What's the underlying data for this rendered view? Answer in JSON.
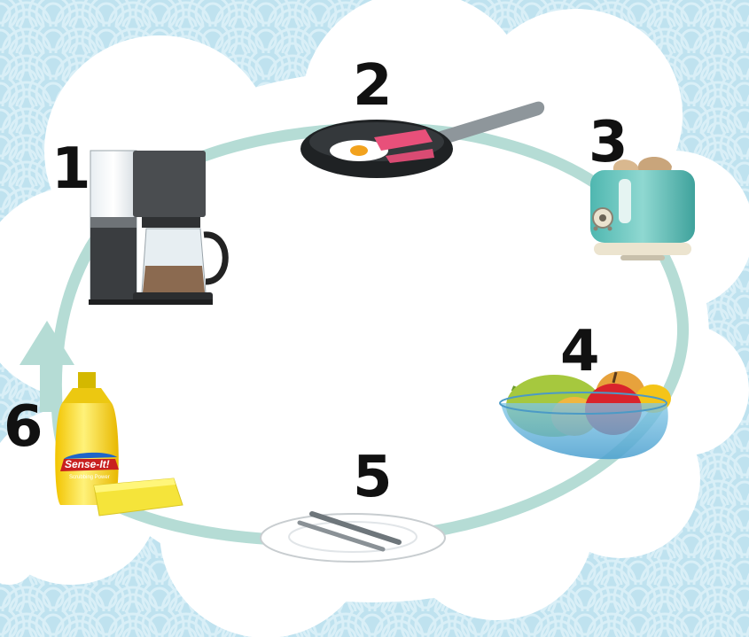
{
  "colors": {
    "background": "#bfe2ef",
    "wave": "#d9eff7",
    "cloud": "#ffffff",
    "cycle_ring": "#b5dcd5",
    "number_ink": "#111111"
  },
  "steps": [
    {
      "number": "1",
      "item": "coffee-maker"
    },
    {
      "number": "2",
      "item": "frying-pan-with-egg-and-ham"
    },
    {
      "number": "3",
      "item": "toaster"
    },
    {
      "number": "4",
      "item": "fruit-bowl"
    },
    {
      "number": "5",
      "item": "plate-with-cutlery"
    },
    {
      "number": "6",
      "item": "dish-soap-and-sponge"
    }
  ],
  "soap_bottle": {
    "brand": "Sense-It!",
    "tagline": "Scrubbing Power"
  }
}
